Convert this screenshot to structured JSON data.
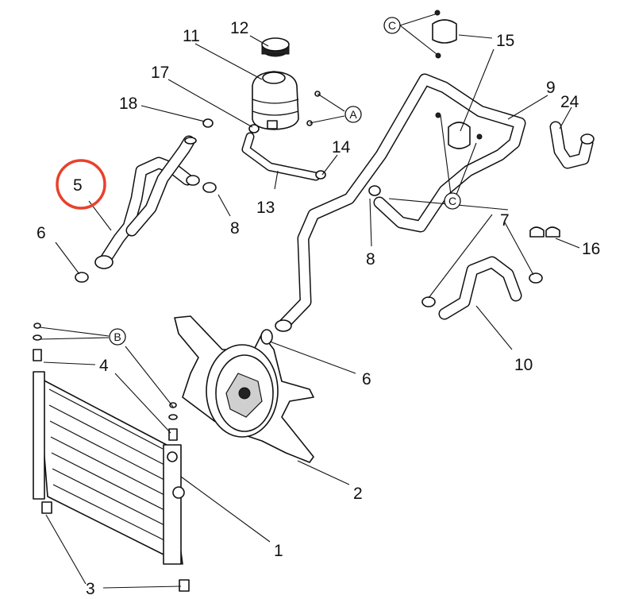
{
  "callouts": {
    "n1": "1",
    "n2": "2",
    "n3": "3",
    "n4": "4",
    "n5": "5",
    "n6_top": "6",
    "n6_mid": "6",
    "n7": "7",
    "n8_left": "8",
    "n8_mid": "8",
    "n9": "9",
    "n10": "10",
    "n11": "11",
    "n12": "12",
    "n13": "13",
    "n14": "14",
    "n15": "15",
    "n16": "16",
    "n17": "17",
    "n18": "18",
    "n24": "24"
  },
  "letters": {
    "a": "A",
    "b": "B",
    "c_top": "C",
    "c_bottom": "C"
  },
  "highlight": {
    "part": "5",
    "color": "#e8412c"
  }
}
